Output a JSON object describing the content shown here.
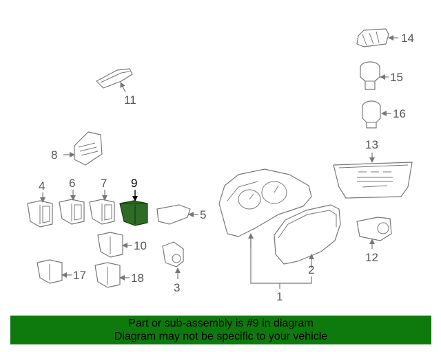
{
  "callouts": {
    "c1": "1",
    "c2": "2",
    "c3": "3",
    "c4": "4",
    "c5": "5",
    "c6": "6",
    "c7": "7",
    "c8": "8",
    "c9": "9",
    "c10": "10",
    "c11": "11",
    "c12": "12",
    "c13": "13",
    "c14": "14",
    "c15": "15",
    "c16": "16",
    "c17": "17",
    "c18": "18"
  },
  "highlighted_part": "9",
  "colors": {
    "highlight_fill": "#2e6b24",
    "banner_background": "#0e7a0d",
    "line_art": "#777777"
  },
  "banner": {
    "line1": "Part or sub-assembly is #9 in diagram",
    "line2": "Diagram may not be specific to your vehicle"
  }
}
